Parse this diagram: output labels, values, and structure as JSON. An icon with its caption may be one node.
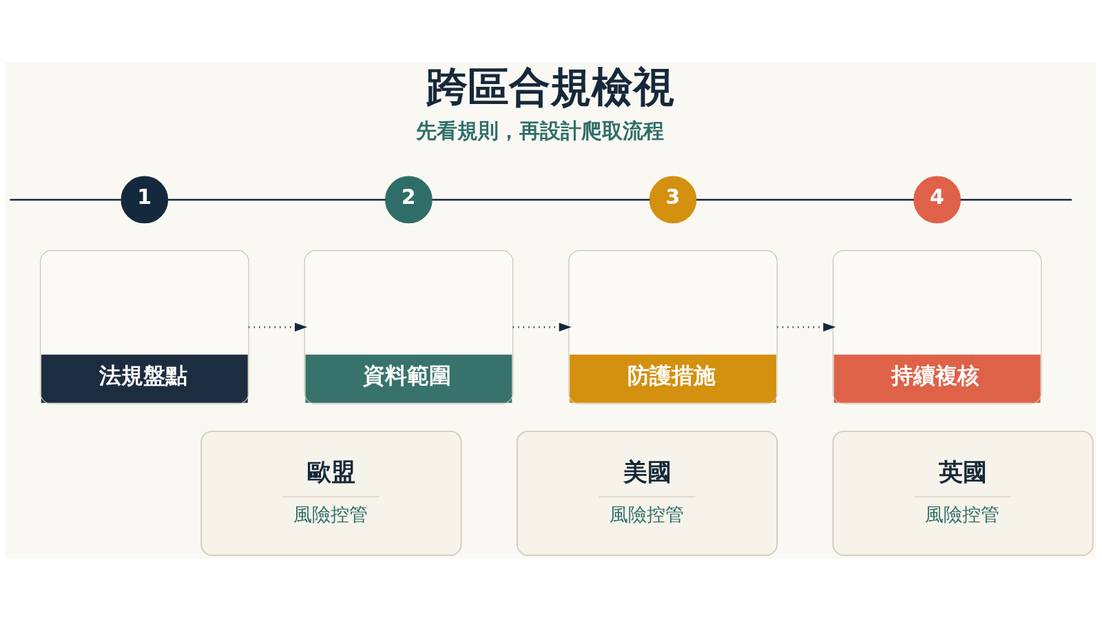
{
  "diagram": {
    "title": "跨區合規檢視",
    "nodes": [
      {
        "text": [
          "1"
        ]
      },
      {
        "text": [
          "2"
        ]
      },
      {
        "text": [
          "3"
        ]
      },
      {
        "text": [
          "4"
        ]
      },
      {
        "text": [
          "法規盤點"
        ]
      },
      {
        "text": [
          "資料範圍"
        ]
      },
      {
        "text": [
          "防護措施"
        ]
      },
      {
        "text": [
          "持續複核"
        ]
      },
      {
        "text": [
          "歐盟",
          "風險控管"
        ]
      },
      {
        "text": [
          "美國",
          "風險控管"
        ]
      },
      {
        "text": [
          "英國",
          "風險控管"
        ]
      }
    ],
    "edges": [
      {
        "from": null,
        "to": 0,
        "arrow": "none"
      },
      {
        "from": 0,
        "to": 1,
        "arrow": "none"
      },
      {
        "from": 1,
        "to": 2,
        "arrow": "none"
      },
      {
        "from": 2,
        "to": 3,
        "arrow": "none"
      },
      {
        "from": 3,
        "to": null,
        "arrow": "none"
      },
      {
        "from": 4,
        "to": 5,
        "arrow": "to",
        "style": "dashed"
      },
      {
        "from": 5,
        "to": 6,
        "arrow": "to",
        "style": "dashed"
      },
      {
        "from": 6,
        "to": 7,
        "arrow": "to",
        "style": "dashed"
      }
    ],
    "labels": [
      "先看規則，再設計爬取流程"
    ]
  }
}
